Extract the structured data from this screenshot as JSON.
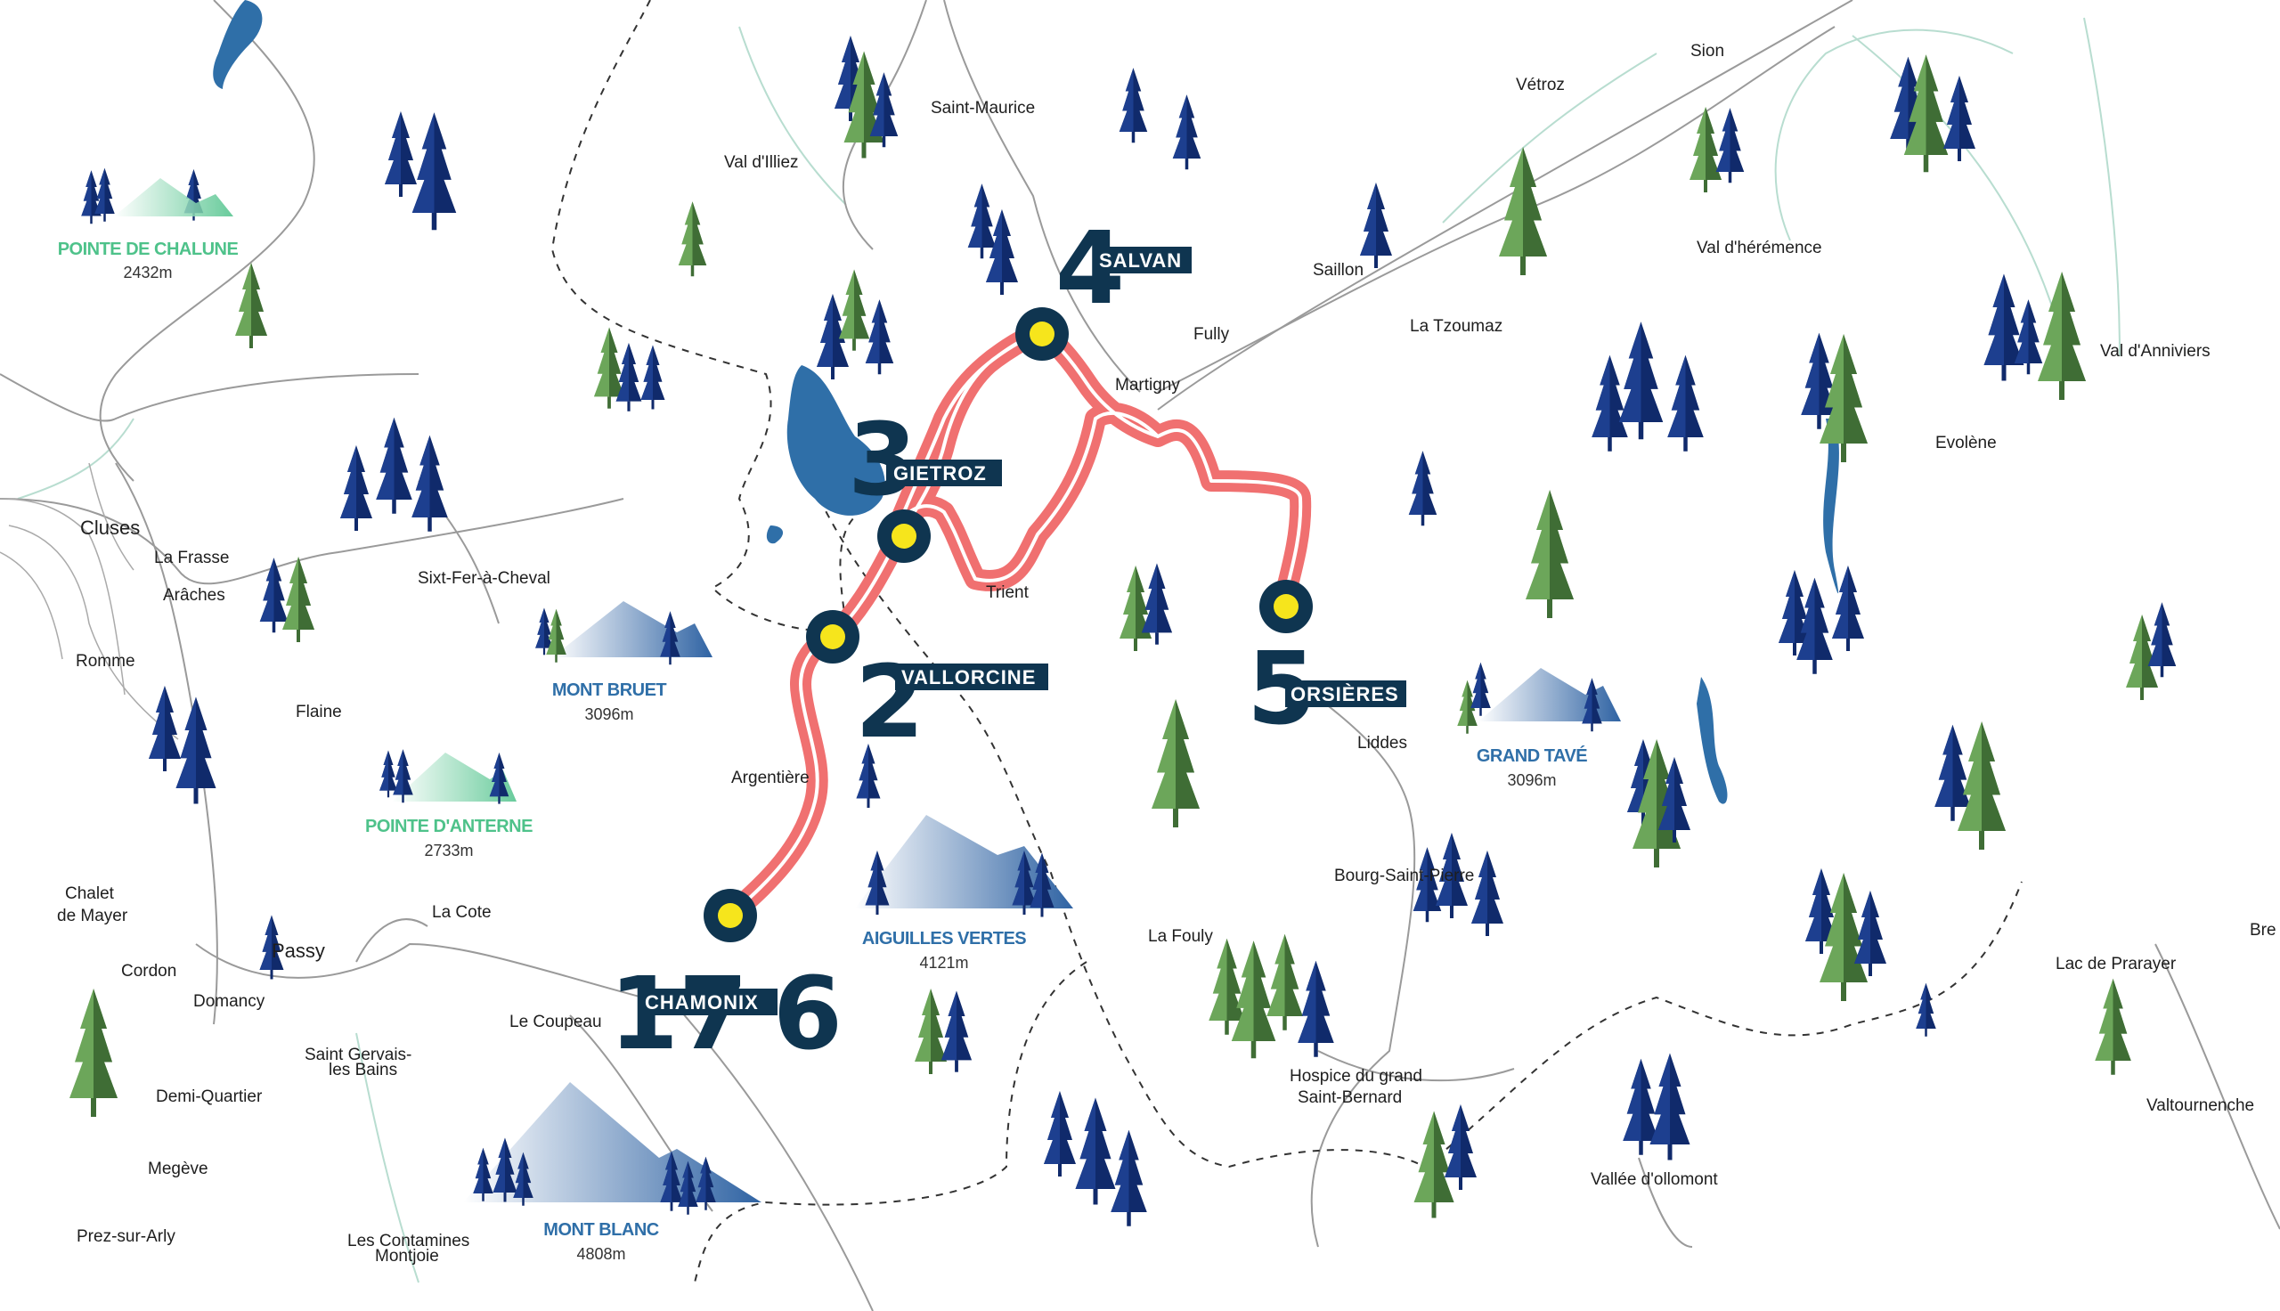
{
  "colors": {
    "route": "#f07070",
    "route_inner": "#ffffff",
    "stop_ring": "#0f3550",
    "stop_fill": "#f6e51c",
    "label_bg": "#0f3550",
    "tree_dark": "#102a6b",
    "tree_green": "#5a9a4c",
    "lake": "#2f6fa8",
    "road": "#9a9a9a",
    "river": "#b8ddd0",
    "peak_green": "#4ec28a",
    "peak_blue": "#2f6fa8"
  },
  "towns": [
    {
      "id": "saint-maurice",
      "name": "Saint-Maurice"
    },
    {
      "id": "val-dilliez",
      "name": "Val d'Illiez"
    },
    {
      "id": "sion",
      "name": "Sion"
    },
    {
      "id": "vetroz",
      "name": "Vétroz"
    },
    {
      "id": "saillon",
      "name": "Saillon"
    },
    {
      "id": "val-dheremence",
      "name": "Val d'hérémence"
    },
    {
      "id": "fully",
      "name": "Fully"
    },
    {
      "id": "la-tzoumaz",
      "name": "La Tzoumaz"
    },
    {
      "id": "martigny",
      "name": "Martigny"
    },
    {
      "id": "val-danniviers",
      "name": "Val d'Anniviers"
    },
    {
      "id": "evolene",
      "name": "Evolène"
    },
    {
      "id": "cluses",
      "name": "Cluses"
    },
    {
      "id": "la-frasse",
      "name": "La Frasse"
    },
    {
      "id": "araches",
      "name": "Arâches"
    },
    {
      "id": "sixt",
      "name": "Sixt-Fer-à-Cheval"
    },
    {
      "id": "romme",
      "name": "Romme"
    },
    {
      "id": "flaine",
      "name": "Flaine"
    },
    {
      "id": "trient",
      "name": "Trient"
    },
    {
      "id": "liddes",
      "name": "Liddes"
    },
    {
      "id": "argentiere",
      "name": "Argentière"
    },
    {
      "id": "chalet",
      "name": "Chalet"
    },
    {
      "id": "de-mayer",
      "name": "de Mayer"
    },
    {
      "id": "la-cote",
      "name": "La Cote"
    },
    {
      "id": "bourg-saint-pierre",
      "name": "Bourg-Saint-Pierre"
    },
    {
      "id": "cordon",
      "name": "Cordon"
    },
    {
      "id": "passy",
      "name": "Passy"
    },
    {
      "id": "la-fouly",
      "name": "La Fouly"
    },
    {
      "id": "domancy",
      "name": "Domancy"
    },
    {
      "id": "le-coupeau",
      "name": "Le Coupeau"
    },
    {
      "id": "saint-gervais-1",
      "name": "Saint Gervais-"
    },
    {
      "id": "saint-gervais-2",
      "name": "les Bains"
    },
    {
      "id": "demi-quartier",
      "name": "Demi-Quartier"
    },
    {
      "id": "hospice-1",
      "name": "Hospice du grand"
    },
    {
      "id": "hospice-2",
      "name": "Saint-Bernard"
    },
    {
      "id": "megeve",
      "name": "Megève"
    },
    {
      "id": "vallee-dollomont",
      "name": "Vallée d'ollomont"
    },
    {
      "id": "valtournenche",
      "name": "Valtournenche"
    },
    {
      "id": "lac-de-prarayer",
      "name": "Lac de Prarayer"
    },
    {
      "id": "prez-sur-arly",
      "name": "Prez-sur-Arly"
    },
    {
      "id": "les-contamines-1",
      "name": "Les Contamines"
    },
    {
      "id": "les-contamines-2",
      "name": "Montjoie"
    },
    {
      "id": "breuil",
      "name": "Bre"
    }
  ],
  "peaks": [
    {
      "id": "pointe-de-chalune",
      "name": "POINTE DE CHALUNE",
      "altitude": "2432m",
      "style": "green"
    },
    {
      "id": "mont-bruet",
      "name": "MONT BRUET",
      "altitude": "3096m",
      "style": "blue"
    },
    {
      "id": "pointe-danterne",
      "name": "POINTE D'ANTERNE",
      "altitude": "2733m",
      "style": "green"
    },
    {
      "id": "grand-tave",
      "name": "GRAND TAVÉ",
      "altitude": "3096m",
      "style": "blue"
    },
    {
      "id": "aiguilles-vertes",
      "name": "AIGUILLES VERTES",
      "altitude": "4121m",
      "style": "blue"
    },
    {
      "id": "mont-blanc",
      "name": "MONT BLANC",
      "altitude": "4808m",
      "style": "blue"
    }
  ],
  "stages": [
    {
      "id": "chamonix",
      "numbers": [
        "1",
        "7",
        "6"
      ],
      "label": "CHAMONIX"
    },
    {
      "id": "vallorcine",
      "numbers": [
        "2"
      ],
      "label": "VALLORCINE"
    },
    {
      "id": "gietroz",
      "numbers": [
        "3"
      ],
      "label": "GIETROZ"
    },
    {
      "id": "salvan",
      "numbers": [
        "4"
      ],
      "label": "SALVAN"
    },
    {
      "id": "orsieres",
      "numbers": [
        "5"
      ],
      "label": "ORSIÈRES"
    }
  ]
}
